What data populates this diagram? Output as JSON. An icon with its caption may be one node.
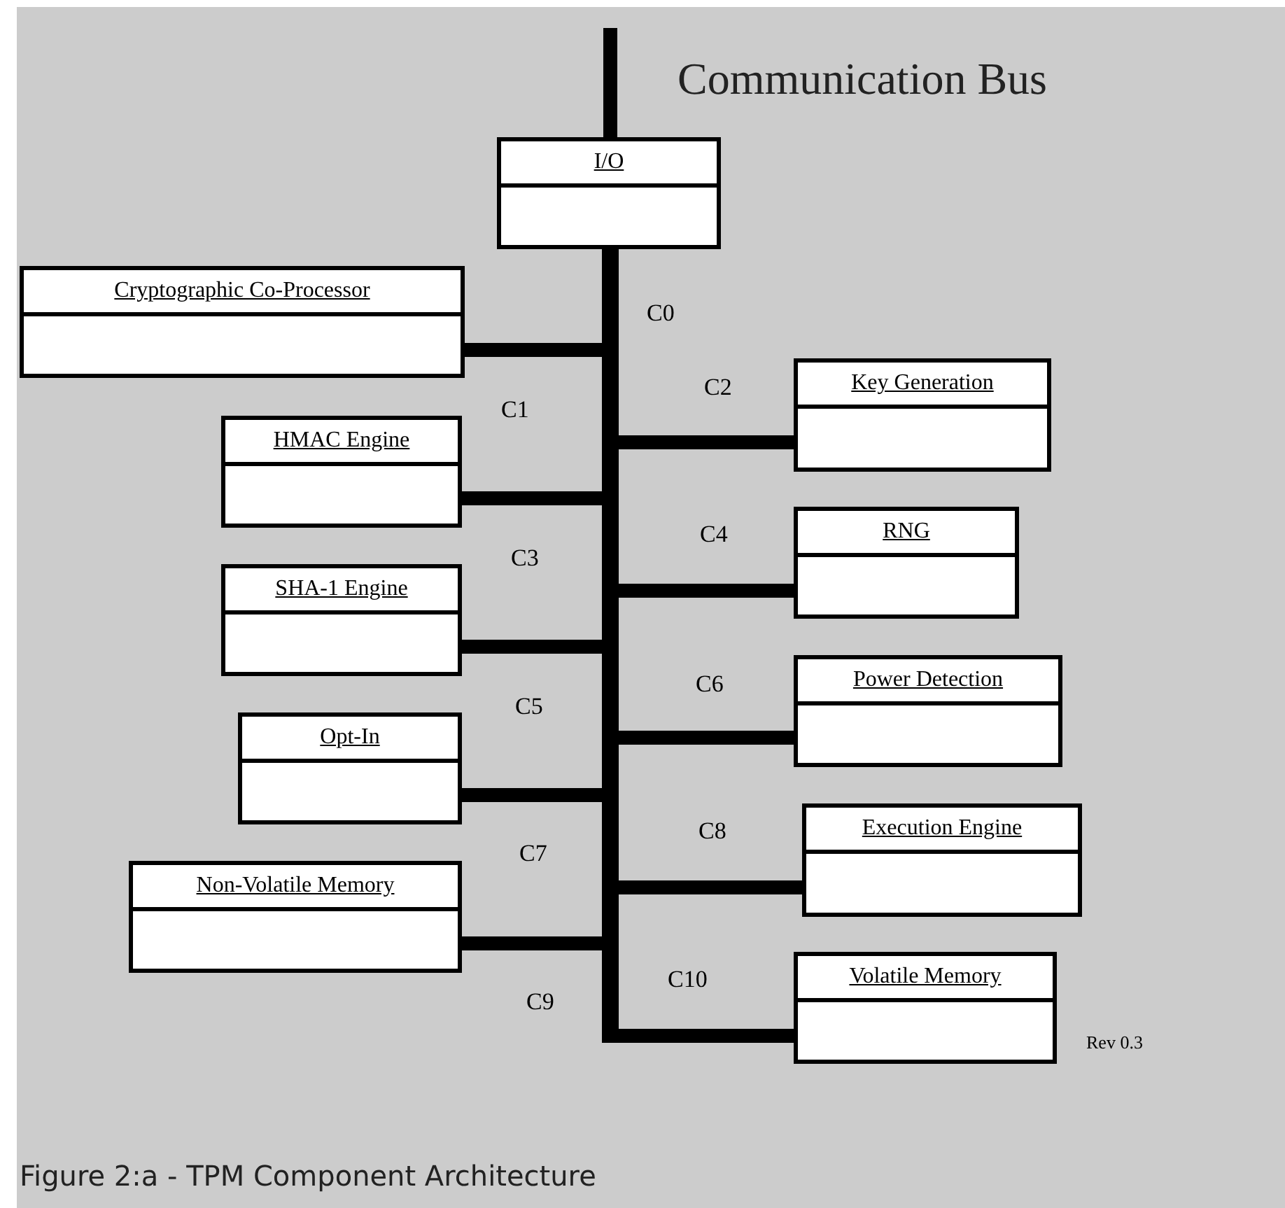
{
  "diagram": {
    "caption": "Figure 2:a - TPM Component Architecture",
    "nodes": [
      {
        "text": [
          "I/O"
        ]
      },
      {
        "text": [
          "Cryptographic Co-Processor"
        ]
      },
      {
        "text": [
          "Key Generation"
        ]
      },
      {
        "text": [
          "HMAC Engine"
        ]
      },
      {
        "text": [
          "RNG"
        ]
      },
      {
        "text": [
          "SHA-1 Engine"
        ]
      },
      {
        "text": [
          "Power Detection"
        ]
      },
      {
        "text": [
          "Opt-In"
        ]
      },
      {
        "text": [
          "Execution Engine"
        ]
      },
      {
        "text": [
          "Non-Volatile Memory"
        ]
      },
      {
        "text": [
          "Volatile Memory"
        ]
      },
      {
        "text": [],
        "shape": "bar"
      }
    ],
    "edges": [
      {
        "from": null,
        "to": 0,
        "arrow": "none"
      },
      {
        "from": 1,
        "to": 11,
        "arrow": "none"
      },
      {
        "from": 2,
        "to": 11,
        "arrow": "none"
      },
      {
        "from": 3,
        "to": 11,
        "arrow": "none"
      },
      {
        "from": 4,
        "to": 11,
        "arrow": "none"
      },
      {
        "from": 5,
        "to": 11,
        "arrow": "none"
      },
      {
        "from": 6,
        "to": 11,
        "arrow": "none"
      },
      {
        "from": 7,
        "to": 11,
        "arrow": "none"
      },
      {
        "from": 8,
        "to": 11,
        "arrow": "none"
      },
      {
        "from": 9,
        "to": 11,
        "arrow": "none"
      },
      {
        "from": 10,
        "to": 11,
        "arrow": "none"
      }
    ],
    "labels": [
      "Communication Bus",
      "C0",
      "C2",
      "C1",
      "C4",
      "C3",
      "C6",
      "C5",
      "C8",
      "C7",
      "C10",
      "C9",
      "Rev 0.3"
    ]
  }
}
